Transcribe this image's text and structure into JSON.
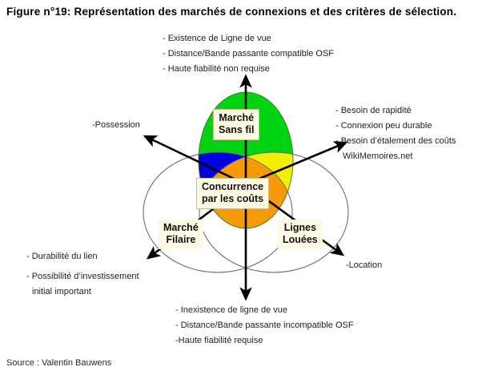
{
  "figure": {
    "title": "Figure n°19: Représentation  des marchés  de connexions  et des critères  de sélection.",
    "source": "Source : Valentin Bauwens"
  },
  "diagram": {
    "type": "venn",
    "callouts": {
      "wireless_market_line1": "Marché",
      "wireless_market_line2": "Sans fil",
      "cost_competition_line1": "Concurrence",
      "cost_competition_line2": "par les coûts",
      "wired_market_line1": "Marché",
      "wired_market_line2": "Filaire",
      "leased_lines_line1": "Lignes",
      "leased_lines_line2": "Louées"
    },
    "axis_labels": {
      "left_diagonal": "-Possession",
      "right_diagonal_bottom": "-Location"
    },
    "criteria_top": [
      "- Existence de Ligne de vue",
      "- Distance/Bande passante compatible OSF",
      "- Haute fiabilité non requise"
    ],
    "criteria_right": [
      "- Besoin de rapidité",
      "- Connexion peu durable",
      "- Besoin d’étalement  des coûts",
      "WikiMemoires.net"
    ],
    "criteria_bottom": [
      "- Inexistence de ligne de vue",
      "- Distance/Bande passante incompatible OSF",
      "-Haute  fiabilité requise"
    ],
    "criteria_left": [
      "- Durabilité du lien",
      "- Possibilité d’investissement",
      "initial important"
    ],
    "colors": {
      "green_ellipse": "#00d312",
      "orange_center": "#f79a0a",
      "blue_wedge": "#0000e0",
      "yellow_wedge": "#f2ef00",
      "circle_outline": "#6b6b6b",
      "callout_fill": "#fdf9e3",
      "callout_border": "#c9c08a",
      "arrow": "#000000"
    }
  }
}
